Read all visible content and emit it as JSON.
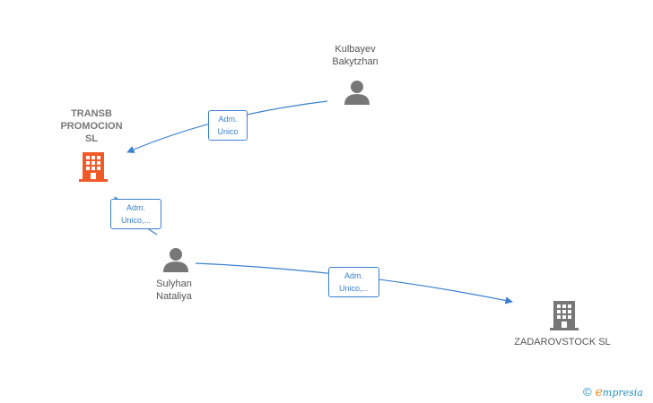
{
  "nodes": {
    "transb": {
      "label_lines": [
        "TRANSB",
        "PROMOCION",
        "SL"
      ],
      "type": "company",
      "color": "#f05a28"
    },
    "kulbayev": {
      "label_lines": [
        "Kulbayev",
        "Bakytzhan"
      ],
      "type": "person",
      "color": "#777777"
    },
    "sulyhan": {
      "label_lines": [
        "Sulyhan",
        "Nataliya"
      ],
      "type": "person",
      "color": "#777777"
    },
    "zadarovstock": {
      "label_lines": [
        "ZADAROVSTOCK SL"
      ],
      "type": "company",
      "color": "#777777"
    }
  },
  "edges": {
    "kulbayev_transb": {
      "label_lines": [
        "Adm.",
        "Unico"
      ]
    },
    "sulyhan_transb": {
      "label_lines": [
        "Adm.",
        "Unico,..."
      ]
    },
    "sulyhan_zadarovstock": {
      "label_lines": [
        "Adm.",
        "Unico,..."
      ]
    }
  },
  "colors": {
    "edge": "#3b80d0",
    "company_main": "#f05a28",
    "company": "#777777",
    "person": "#777777"
  },
  "brand": {
    "copyright": "©",
    "initial": "e",
    "name": "mpresia"
  }
}
